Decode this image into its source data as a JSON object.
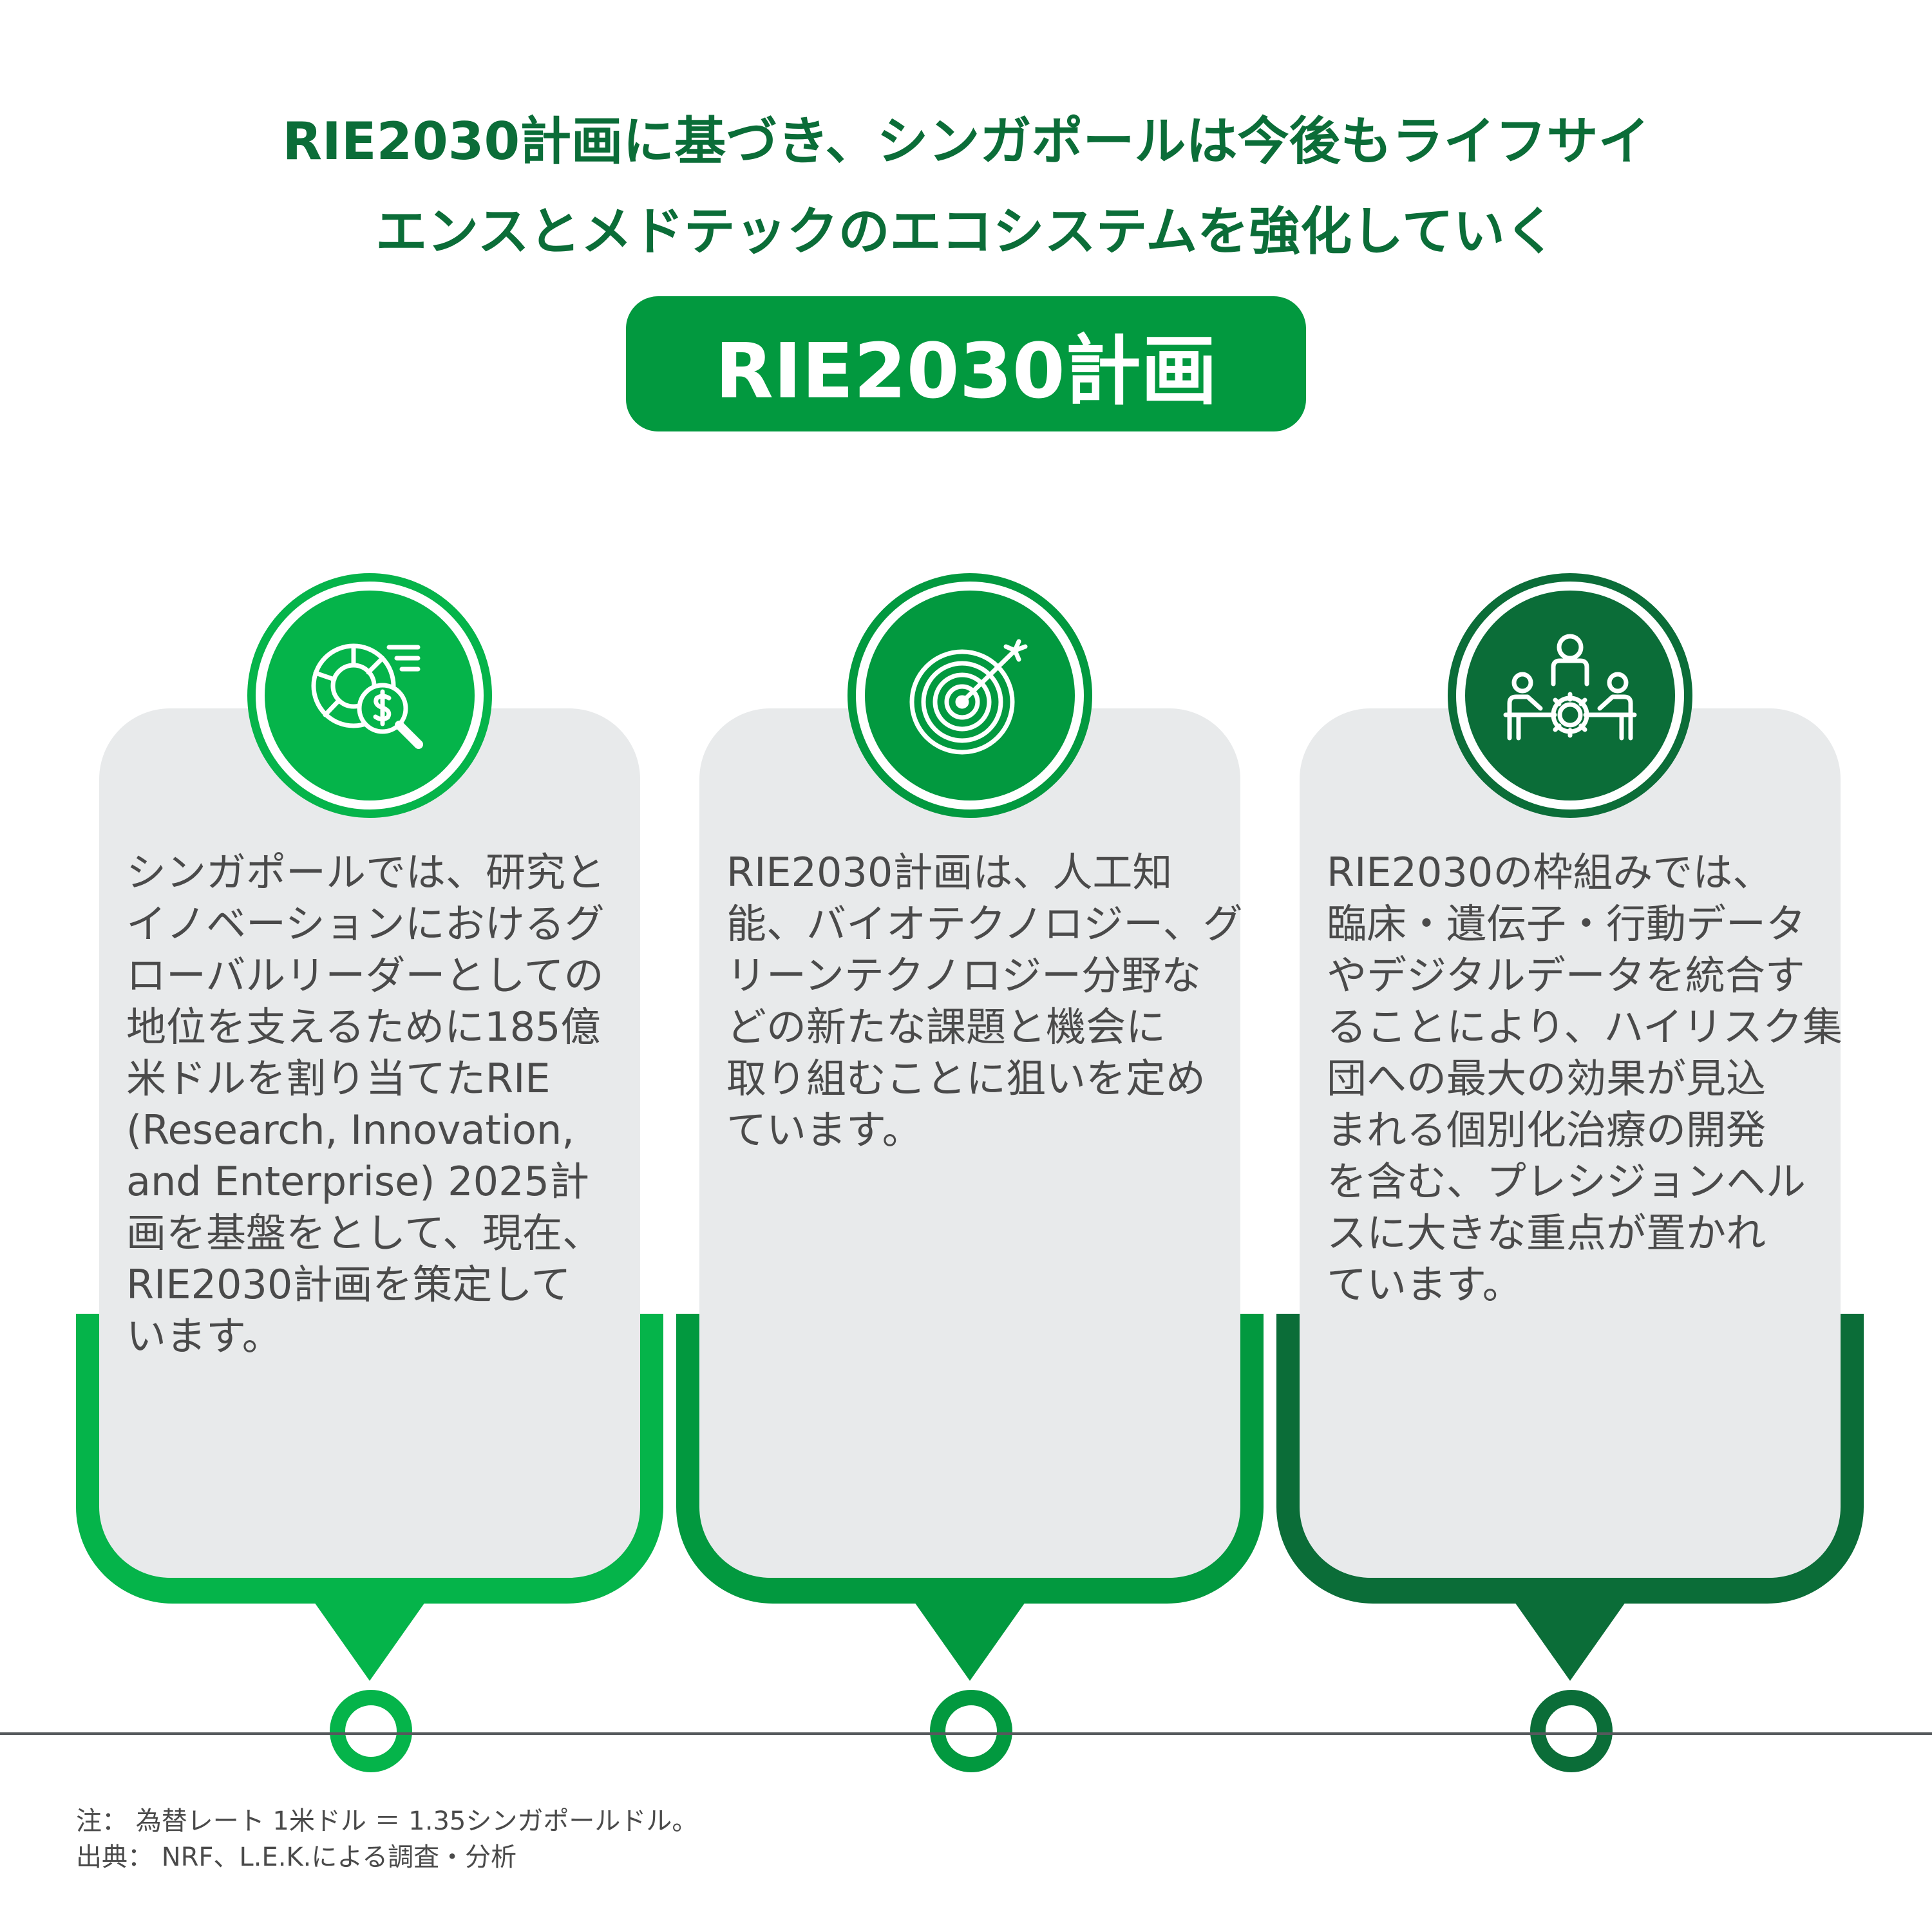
{
  "headline": {
    "line1": "RIE2030計画に基づき、シンガポールは今後もライフサイ",
    "line2": "エンスとメドテックのエコシステムを強化していく"
  },
  "pill_label": "RIE2030計画",
  "colors": {
    "heading_green": "#0b6d38",
    "pill_green": "#02993f",
    "card_bg": "#e8eaeb",
    "text_gray": "#4a4a4a",
    "timeline": "#55595c"
  },
  "columns": [
    {
      "accent": "#05b44a",
      "icon": "financial-analysis-icon",
      "lines": [
        "シンガポールでは、研究と",
        "イノベーションにおけるグ",
        "ローバルリーダーとしての",
        "地位を支えるために185億",
        "米ドルを割り当てたRIE",
        "(Research, Innovation,",
        "and Enterprise) 2025計",
        "画を基盤をとして、現在、",
        "RIE2030計画を策定して",
        "います。"
      ]
    },
    {
      "accent": "#02993f",
      "icon": "target-arrow-icon",
      "lines": [
        "RIE2030計画は、人工知",
        "能、バイオテクノロジー、グ",
        "リーンテクノロジー分野な",
        "どの新たな課題と機会に",
        "取り組むことに狙いを定め",
        "ています。"
      ]
    },
    {
      "accent": "#0b6d38",
      "icon": "team-collaboration-icon",
      "lines": [
        "RIE2030の枠組みでは、",
        "臨床・遺伝子・行動データ",
        "やデジタルデータを統合す",
        "ることにより、ハイリスク集",
        "団への最大の効果が見込",
        "まれる個別化治療の開発",
        "を含む、プレシジョンヘル",
        "スに大きな重点が置かれ",
        "ています。"
      ]
    }
  ],
  "footnote": {
    "note": "注： 為替レート 1米ドル ＝ 1.35シンガポールドル。",
    "source": "出典： NRF、L.E.K.による調査・分析"
  }
}
